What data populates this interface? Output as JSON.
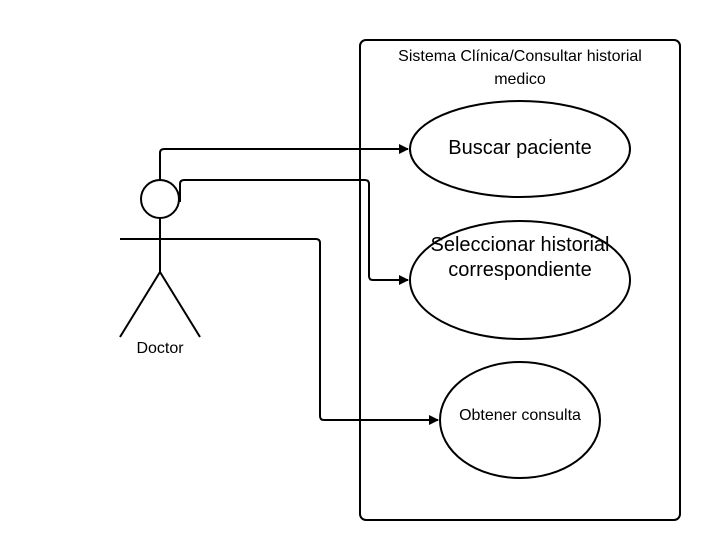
{
  "system": {
    "title": "Sistema Clínica/Consultar historial medico"
  },
  "actor": {
    "name": "Doctor"
  },
  "use_cases": [
    {
      "label": "Buscar paciente"
    },
    {
      "label": "Seleccionar historial correspondiente"
    },
    {
      "label": "Obtener consulta"
    }
  ],
  "colors": {
    "stroke": "#000000",
    "background": "#ffffff"
  }
}
